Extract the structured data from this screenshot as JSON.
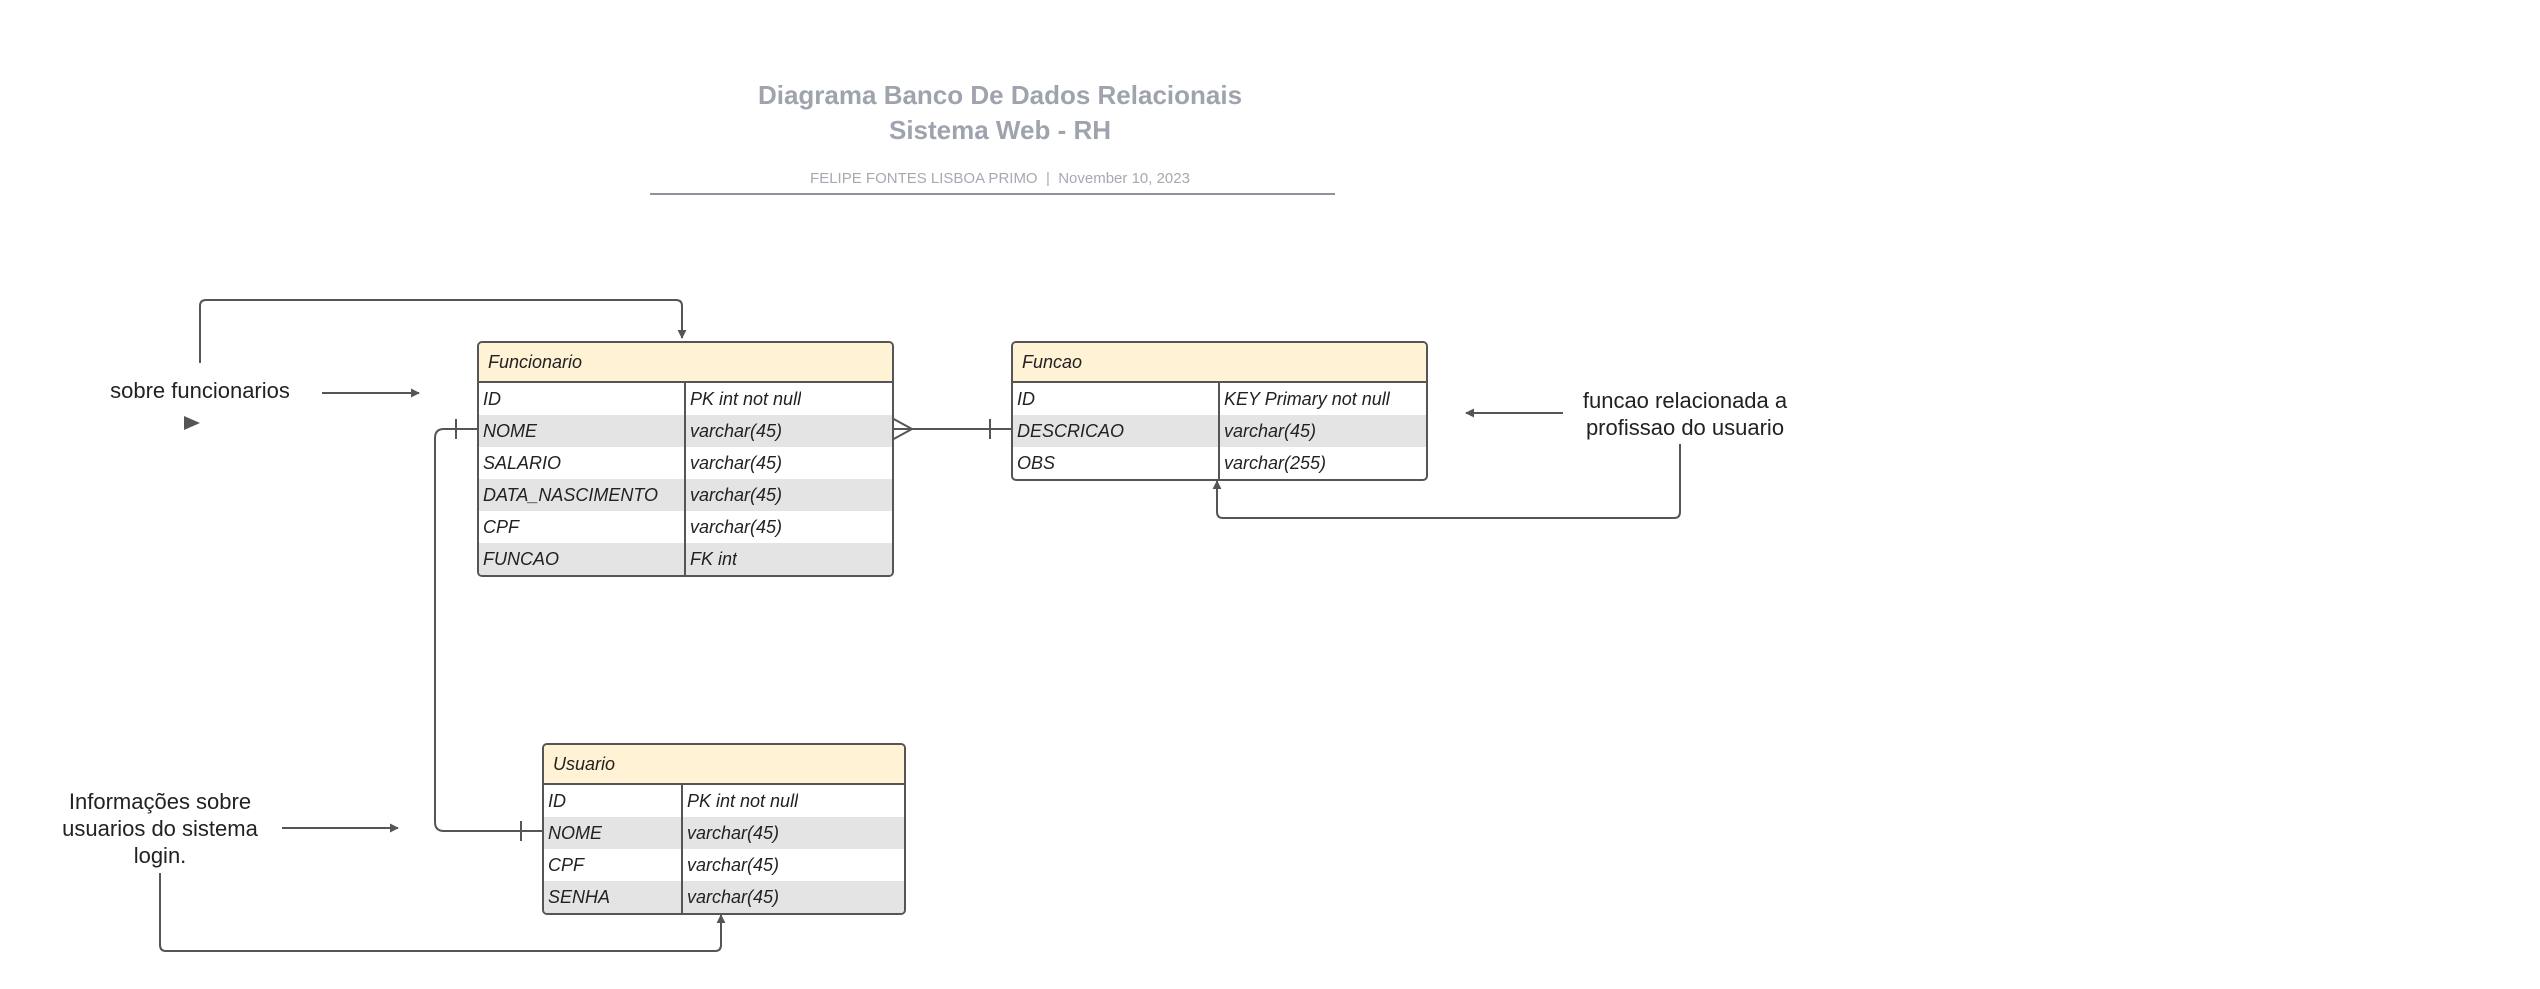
{
  "header": {
    "title_line1": "Diagrama Banco De Dados Relacionais",
    "title_line2": "Sistema Web - RH",
    "author": "FELIPE FONTES LISBOA PRIMO",
    "separator": "|",
    "date": "November 10, 2023"
  },
  "entities": {
    "funcionario": {
      "name": "Funcionario",
      "rows": [
        {
          "field": "ID",
          "type": "PK int not null"
        },
        {
          "field": "NOME",
          "type": "varchar(45)"
        },
        {
          "field": "SALARIO",
          "type": "varchar(45)"
        },
        {
          "field": "DATA_NASCIMENTO",
          "type": "varchar(45)"
        },
        {
          "field": "CPF",
          "type": "varchar(45)"
        },
        {
          "field": "FUNCAO",
          "type": "FK int"
        }
      ]
    },
    "funcao": {
      "name": "Funcao",
      "rows": [
        {
          "field": "ID",
          "type": "KEY Primary not null"
        },
        {
          "field": "DESCRICAO",
          "type": "varchar(45)"
        },
        {
          "field": "OBS",
          "type": "varchar(255)"
        }
      ]
    },
    "usuario": {
      "name": "Usuario",
      "rows": [
        {
          "field": "ID",
          "type": "PK int not null"
        },
        {
          "field": "NOME",
          "type": "varchar(45)"
        },
        {
          "field": "CPF",
          "type": "varchar(45)"
        },
        {
          "field": "SENHA",
          "type": "varchar(45)"
        }
      ]
    }
  },
  "notes": {
    "funcionario": "sobre funcionarios",
    "funcao_line1": "funcao relacionada a",
    "funcao_line2": "profissao do usuario",
    "usuario_line1": "Informações sobre",
    "usuario_line2": "usuarios do sistema",
    "usuario_line3": "login."
  },
  "colors": {
    "header_fill": "#fff2d5",
    "alt_row": "#e4e4e4",
    "border": "#555555",
    "title": "#9ea3ad"
  }
}
